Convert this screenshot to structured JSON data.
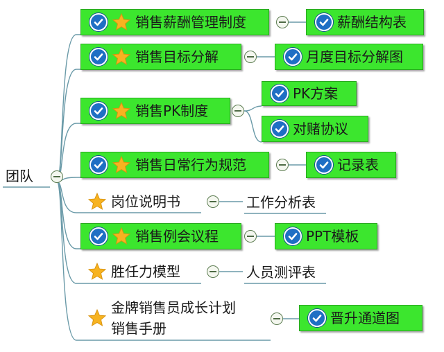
{
  "root": {
    "label": "团队"
  },
  "branches": [
    {
      "label": "销售薪酬管理制度",
      "check": true,
      "star": true,
      "children": [
        "薪酬结构表"
      ]
    },
    {
      "label": "销售目标分解",
      "check": true,
      "star": true,
      "children": [
        "月度目标分解图"
      ]
    },
    {
      "label": "销售PK制度",
      "check": true,
      "star": true,
      "children": [
        "PK方案",
        "对赌协议"
      ]
    },
    {
      "label": "销售日常行为规范",
      "check": true,
      "star": true,
      "children": [
        "记录表"
      ]
    },
    {
      "label": "岗位说明书",
      "check": false,
      "star": true,
      "children": [
        "工作分析表"
      ]
    },
    {
      "label": "销售例会议程",
      "check": true,
      "star": true,
      "children": [
        "PPT模板"
      ]
    },
    {
      "label": "胜任力模型",
      "check": false,
      "star": true,
      "children": [
        "人员测评表"
      ]
    },
    {
      "label": "金牌销售员成长计划\n销售手册",
      "check": false,
      "star": true,
      "children": [
        "晋升通道图"
      ]
    }
  ],
  "colors": {
    "node_fill": "#3ce62e",
    "line": "#6a9aa8",
    "check": "#1f6fc4",
    "star": "#f7b320"
  }
}
